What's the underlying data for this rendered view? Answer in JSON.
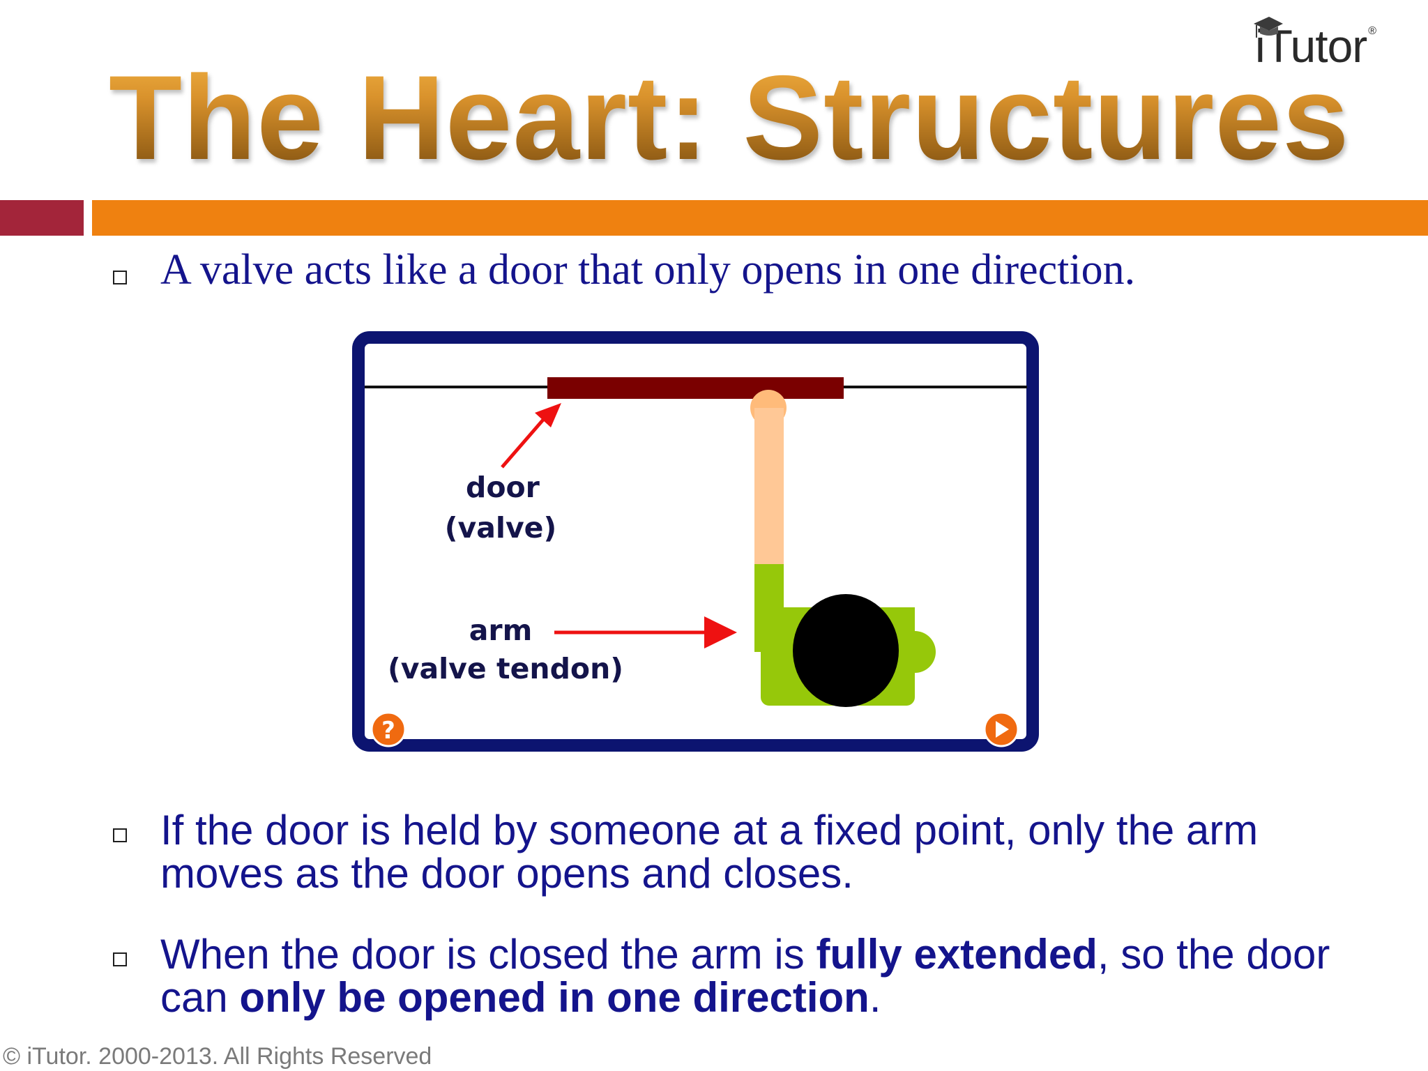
{
  "logo": {
    "text": "iTutor",
    "mark": "®",
    "icon": "graduation-cap-icon"
  },
  "title": "The Heart: Structures",
  "bullets": [
    {
      "text": "A valve acts like a door that only opens in one direction."
    },
    {
      "parts": [
        "If the door is held by someone at a fixed point, only the arm moves as the door opens and closes."
      ]
    },
    {
      "parts": [
        "When the door is closed the arm is ",
        "fully extended",
        ", so the door can ",
        "only be opened in one direction",
        "."
      ]
    }
  ],
  "diagram": {
    "labels": {
      "door": "door",
      "valve": "(valve)",
      "arm": "arm",
      "tendon": "(valve tendon)"
    },
    "buttons": {
      "help": "?",
      "play": "play-icon"
    },
    "colors": {
      "frame": "#0c1470",
      "door": "#7a0000",
      "arm": "#ffc896",
      "motor": "#96c80a",
      "arrow": "#ee1111",
      "button": "#f06a10"
    }
  },
  "footer": "© iTutor. 2000-2013. All Rights Reserved",
  "colors": {
    "text": "#14148c",
    "band_red": "#a3253a",
    "band_orange": "#ef8110"
  }
}
